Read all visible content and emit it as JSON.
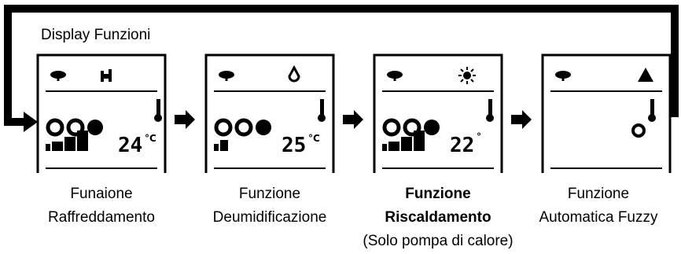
{
  "title": "Display Funzioni",
  "panels": [
    {
      "temp": "24",
      "unit": "°C",
      "mode_icon": "fan-mode-icon",
      "caption": [
        "Funaione",
        "Raffreddamento"
      ],
      "bold": false
    },
    {
      "temp": "25",
      "unit": "°C",
      "mode_icon": "drop-icon",
      "caption": [
        "Funzione",
        "Deumidificazione"
      ],
      "bold": false
    },
    {
      "temp": "22",
      "unit": "°",
      "mode_icon": "sun-icon",
      "caption": [
        "Funzione",
        "Riscaldamento",
        "(Solo pompa di calore)"
      ],
      "bold": true
    },
    {
      "temp": "",
      "unit": "",
      "mode_icon": "triangle-icon",
      "caption": [
        "Funzione",
        "Automatica Fuzzy"
      ],
      "bold": false
    }
  ]
}
